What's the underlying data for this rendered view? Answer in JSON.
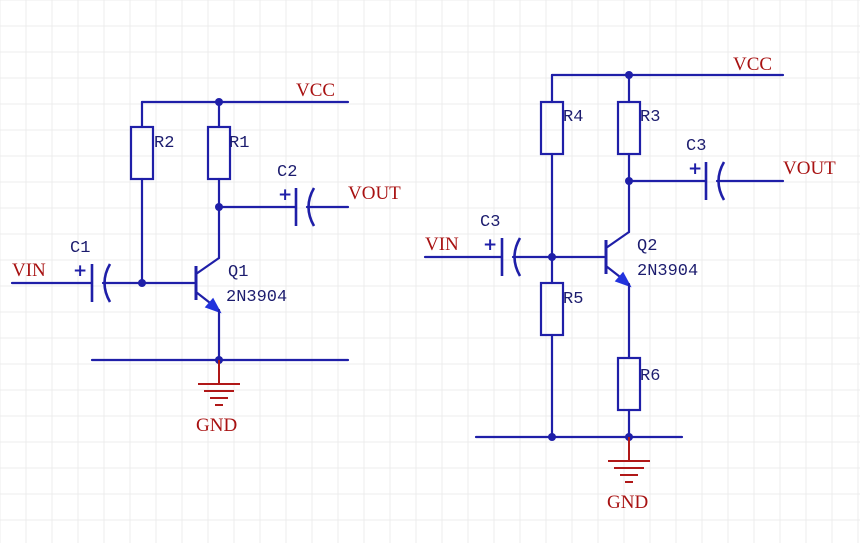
{
  "circuit_left": {
    "net_vcc": "VCC",
    "net_gnd": "GND",
    "port_vin": "VIN",
    "port_vout": "VOUT",
    "r1": "R1",
    "r2": "R2",
    "c1": "C1",
    "c2": "C2",
    "q1": "Q1",
    "q1_part": "2N3904",
    "plus": "+"
  },
  "circuit_right": {
    "net_vcc": "VCC",
    "net_gnd": "GND",
    "port_vin": "VIN",
    "port_vout": "VOUT",
    "r3": "R3",
    "r4": "R4",
    "r5": "R5",
    "r6": "R6",
    "c_in": "C3",
    "c_out": "C3",
    "q2": "Q2",
    "q2_part": "2N3904",
    "plus": "+"
  },
  "colors": {
    "wire": "#1f1fa8",
    "net_label": "#a81212",
    "ref_label": "#1c1c6e",
    "grid": "#ececec"
  }
}
